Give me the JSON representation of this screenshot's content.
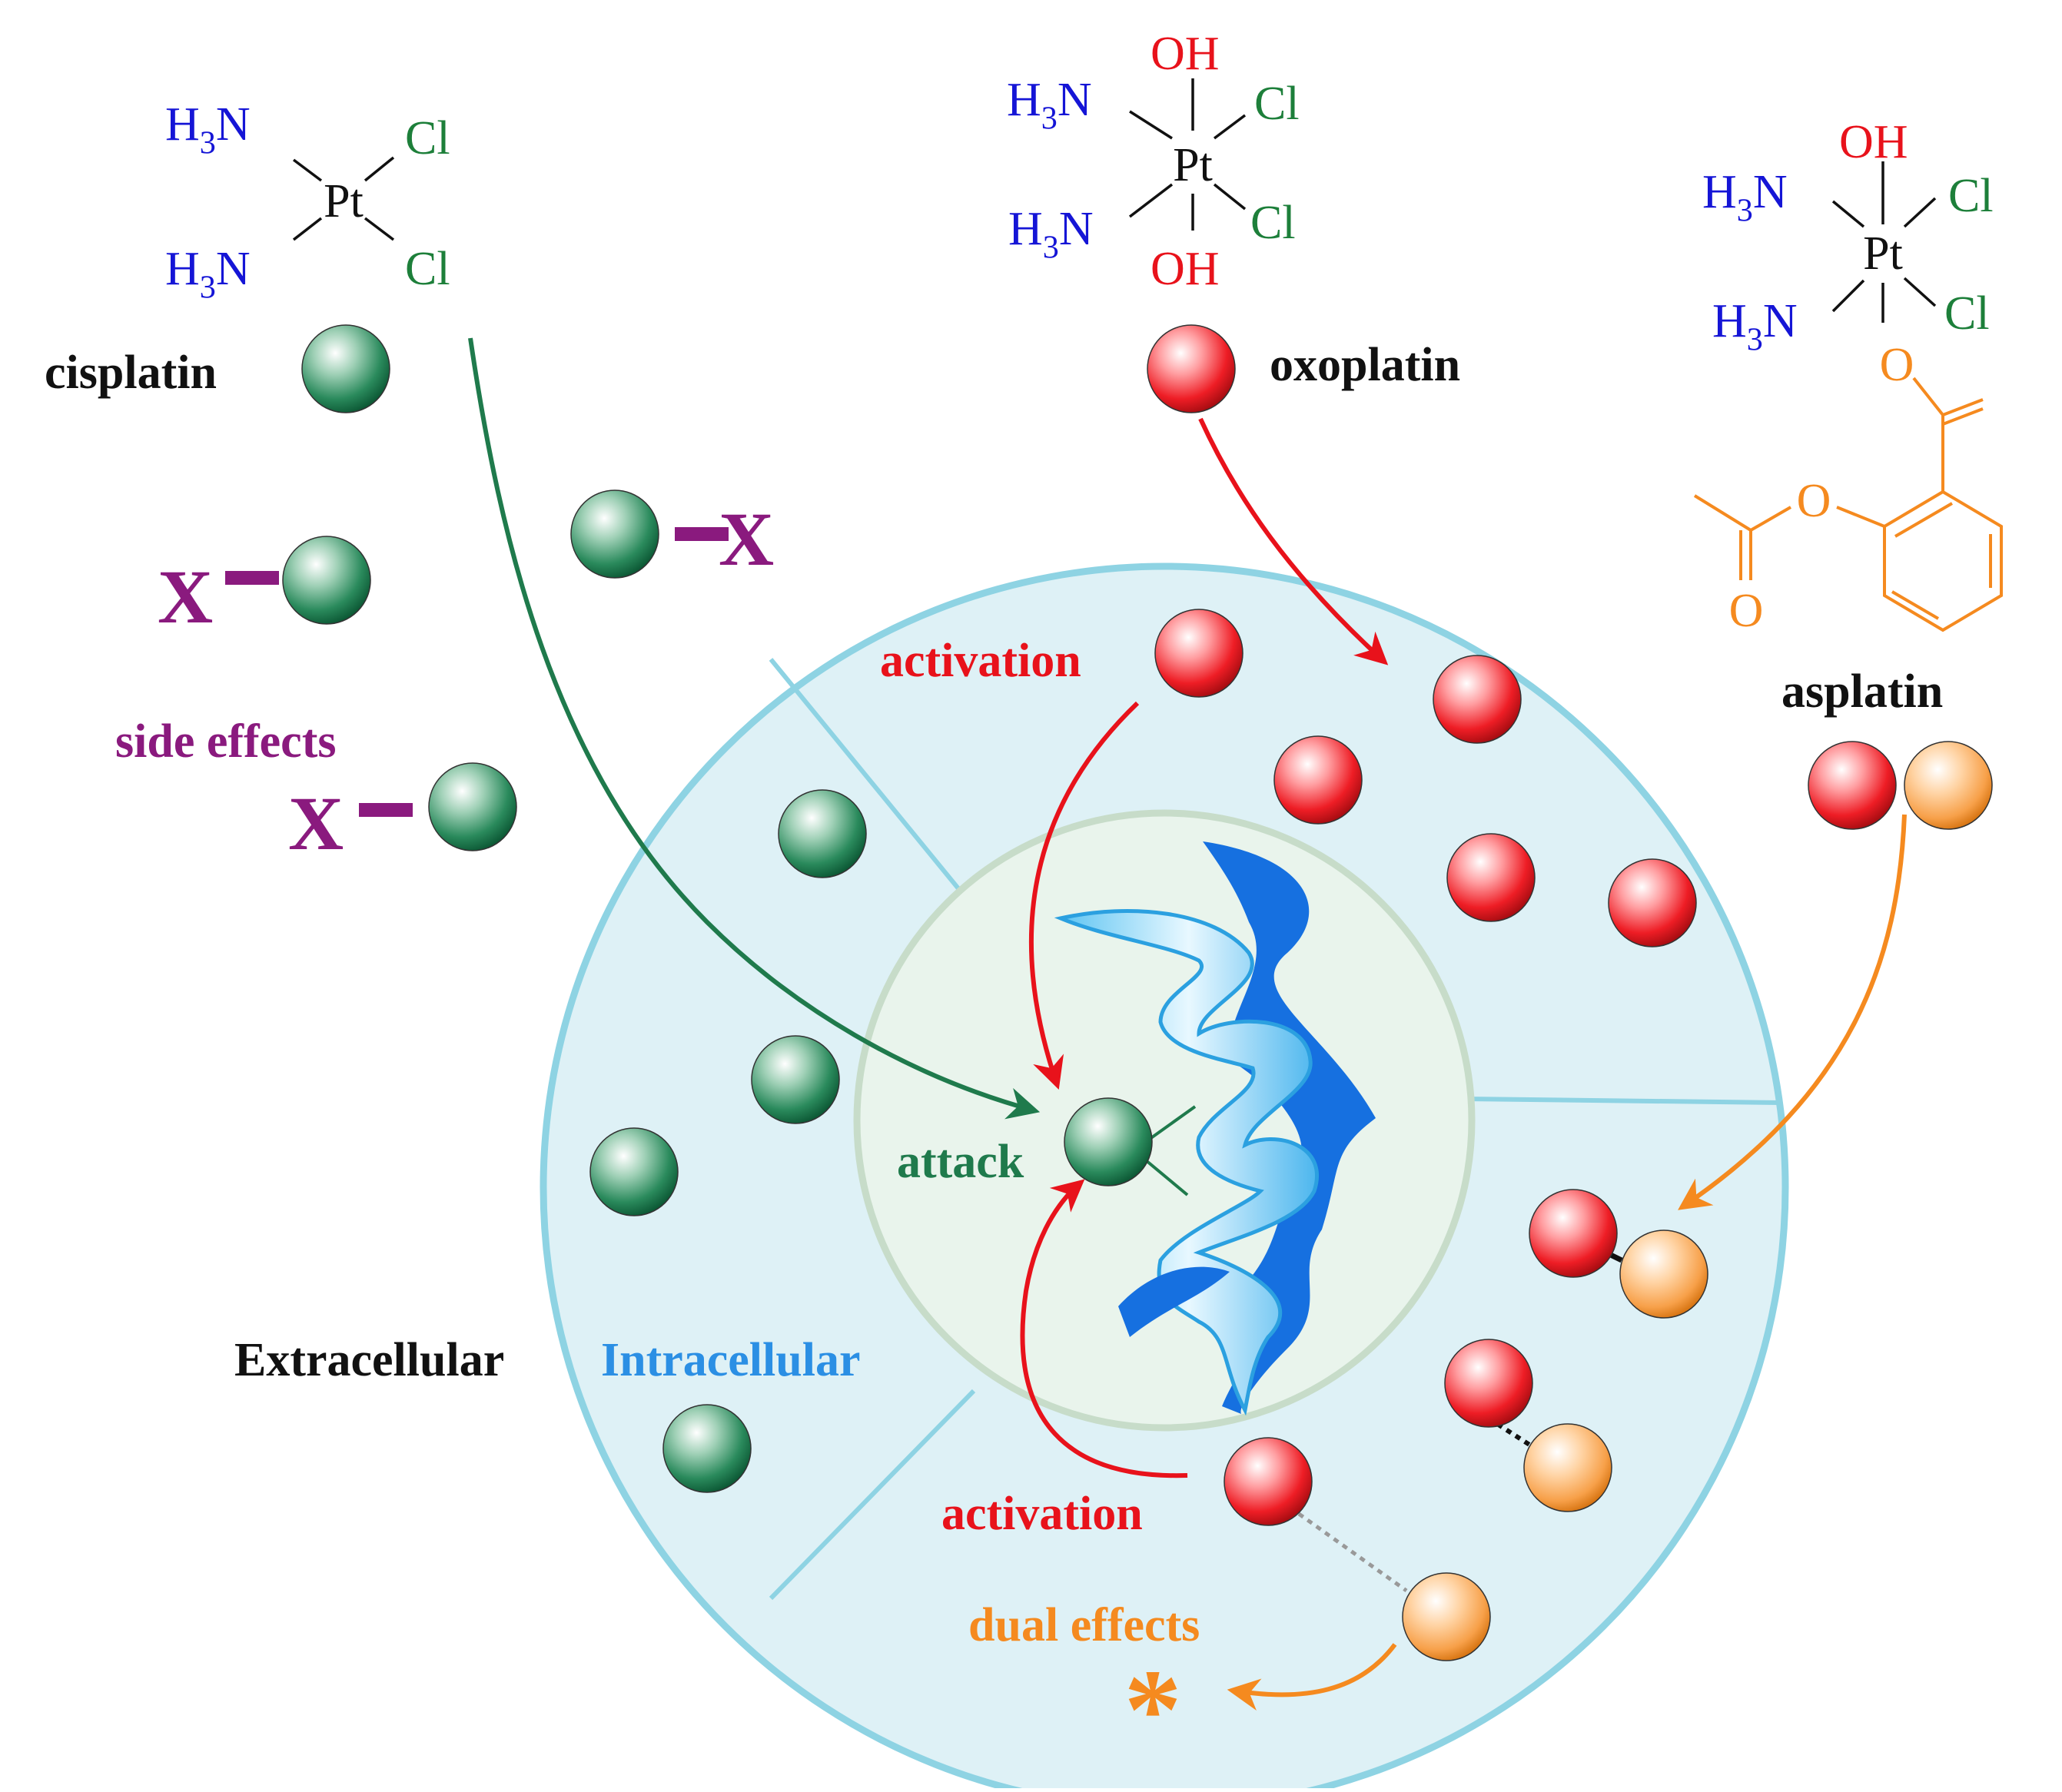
{
  "colors": {
    "cisplatin": "#1f7a4c",
    "oxoplatin": "#e8121b",
    "aspirin": "#f58a1f",
    "ligand_blue": "#1515d6",
    "chloride_green": "#1d7f3a",
    "x_purple": "#8a1a7e",
    "cell_fill": "#def1f6",
    "cell_stroke": "#8ed3e3",
    "nucleus_fill": "#e9f4ec",
    "nucleus_stroke": "#c7dcc9",
    "intracellular_label": "#2b8fe4",
    "dna": "#1670e0"
  },
  "molecules": {
    "cisplatin": {
      "metal": "Pt",
      "nh3": "H3N",
      "h3": "H",
      "sub3": "3",
      "n": "N",
      "cl": "Cl",
      "name": "cisplatin"
    },
    "oxoplatin": {
      "metal": "Pt",
      "oh": "OH",
      "h3": "H",
      "sub3": "3",
      "n": "N",
      "cl": "Cl",
      "name": "oxoplatin"
    },
    "asplatin": {
      "metal": "Pt",
      "oh": "OH",
      "h3": "H",
      "sub3": "3",
      "n": "N",
      "cl": "Cl",
      "o": "O",
      "name": "asplatin"
    }
  },
  "labels": {
    "x": "X",
    "side_effects": "side effects",
    "activation_top": "activation",
    "activation_bottom": "activation",
    "attack": "attack",
    "extracellular": "Extracellular",
    "intracellular": "Intracellular",
    "dual_effects": "dual effects",
    "asterisk": "*"
  }
}
